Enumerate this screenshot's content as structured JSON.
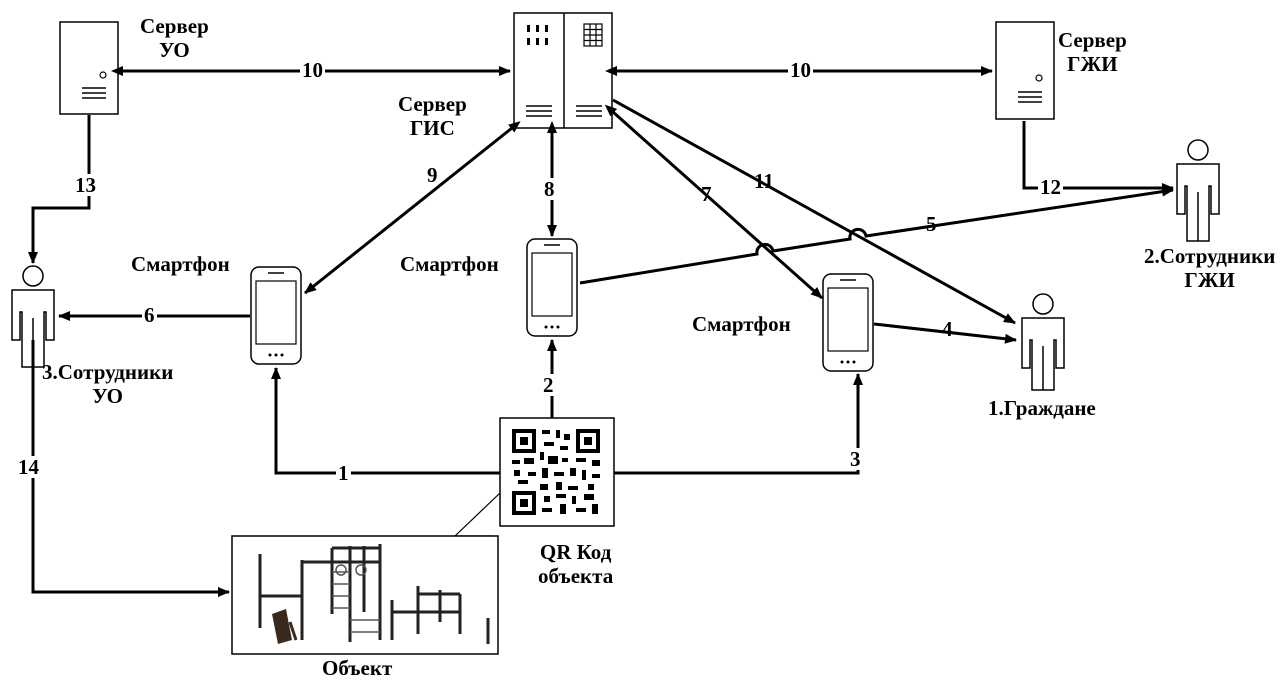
{
  "labels": {
    "server_uo": "Сервер\nУО",
    "server_gis": "Сервер\nГИС",
    "server_gzhi": "Сервер\nГЖИ",
    "smartphone_left": "Смартфон",
    "smartphone_center": "Смартфон",
    "smartphone_right": "Смартфон",
    "staff_uo": "3.Сотрудники\nУО",
    "staff_gzhi": "2.Сотрудники\nГЖИ",
    "citizens": "1.Граждане",
    "qr_code": "QR Код\nобъекта",
    "object": "Объект"
  },
  "arrows": {
    "a1": "1",
    "a2": "2",
    "a3": "3",
    "a4": "4",
    "a5": "5",
    "a6": "6",
    "a7": "7",
    "a8": "8",
    "a9": "9",
    "a10_left": "10",
    "a10_right": "10",
    "a11": "11",
    "a12": "12",
    "a13": "13",
    "a14": "14"
  }
}
